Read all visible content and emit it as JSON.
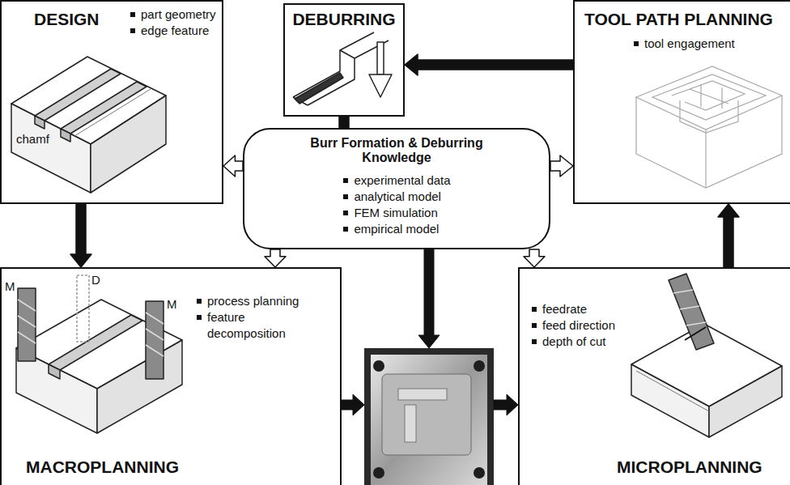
{
  "diagram": {
    "nodes": [
      {
        "text": [
          "DESIGN",
          "part geometry",
          "edge feature"
        ]
      },
      {
        "text": [
          "DEBURRING"
        ]
      },
      {
        "text": [
          "TOOL PATH PLANNING",
          "tool engagement"
        ]
      },
      {
        "text": [
          "Burr Formation & Deburring Knowledge",
          "experimental data",
          "analytical model",
          "FEM simulation",
          "empirical model"
        ]
      },
      {
        "text": [
          "MACROPLANNING",
          "process planning",
          "feature decomposition"
        ]
      },
      {
        "text": [
          "MICROPLANNING",
          "feedrate",
          "feed direction",
          "depth of cut"
        ]
      }
    ],
    "edges": [
      {
        "from": 0,
        "to": 4,
        "arrow": "to"
      },
      {
        "from": 2,
        "to": 1,
        "arrow": "to"
      },
      {
        "from": 5,
        "to": 2,
        "arrow": "to"
      },
      {
        "from": 1,
        "to": 3,
        "arrow": "none"
      },
      {
        "from": 3,
        "to": 0,
        "arrow": "to"
      },
      {
        "from": 3,
        "to": 2,
        "arrow": "to"
      },
      {
        "from": 3,
        "to": 4,
        "arrow": "to"
      },
      {
        "from": 3,
        "to": 5,
        "arrow": "to"
      }
    ],
    "labels": [
      "chamf",
      "M",
      "D",
      "M"
    ]
  }
}
